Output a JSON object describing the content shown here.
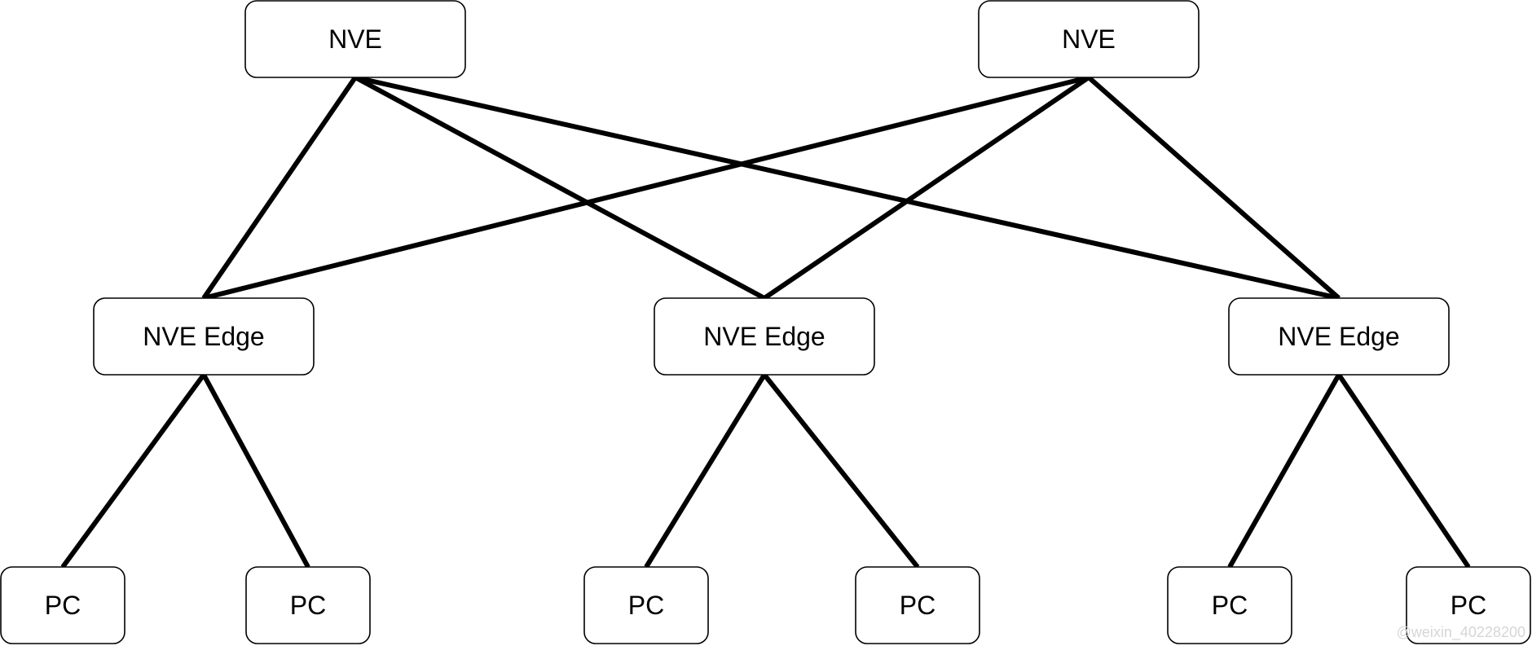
{
  "diagram": {
    "nodes": [
      {
        "id": "nve-1",
        "label": "NVE",
        "tier": "core"
      },
      {
        "id": "nve-2",
        "label": "NVE",
        "tier": "core"
      },
      {
        "id": "edge-1",
        "label": "NVE Edge",
        "tier": "edge"
      },
      {
        "id": "edge-2",
        "label": "NVE Edge",
        "tier": "edge"
      },
      {
        "id": "edge-3",
        "label": "NVE Edge",
        "tier": "edge"
      },
      {
        "id": "pc-1",
        "label": "PC",
        "tier": "host"
      },
      {
        "id": "pc-2",
        "label": "PC",
        "tier": "host"
      },
      {
        "id": "pc-3",
        "label": "PC",
        "tier": "host"
      },
      {
        "id": "pc-4",
        "label": "PC",
        "tier": "host"
      },
      {
        "id": "pc-5",
        "label": "PC",
        "tier": "host"
      },
      {
        "id": "pc-6",
        "label": "PC",
        "tier": "host"
      }
    ],
    "links": [
      {
        "from": "nve-1",
        "to": "edge-1"
      },
      {
        "from": "nve-1",
        "to": "edge-2"
      },
      {
        "from": "nve-1",
        "to": "edge-3"
      },
      {
        "from": "nve-2",
        "to": "edge-1"
      },
      {
        "from": "nve-2",
        "to": "edge-2"
      },
      {
        "from": "nve-2",
        "to": "edge-3"
      },
      {
        "from": "edge-1",
        "to": "pc-1"
      },
      {
        "from": "edge-1",
        "to": "pc-2"
      },
      {
        "from": "edge-2",
        "to": "pc-3"
      },
      {
        "from": "edge-2",
        "to": "pc-4"
      },
      {
        "from": "edge-3",
        "to": "pc-5"
      },
      {
        "from": "edge-3",
        "to": "pc-6"
      }
    ],
    "watermark": "@weixin_40228200",
    "colors": {
      "line": "#000000",
      "box_fill": "#ffffff",
      "watermark": "#d6d6d6"
    }
  }
}
